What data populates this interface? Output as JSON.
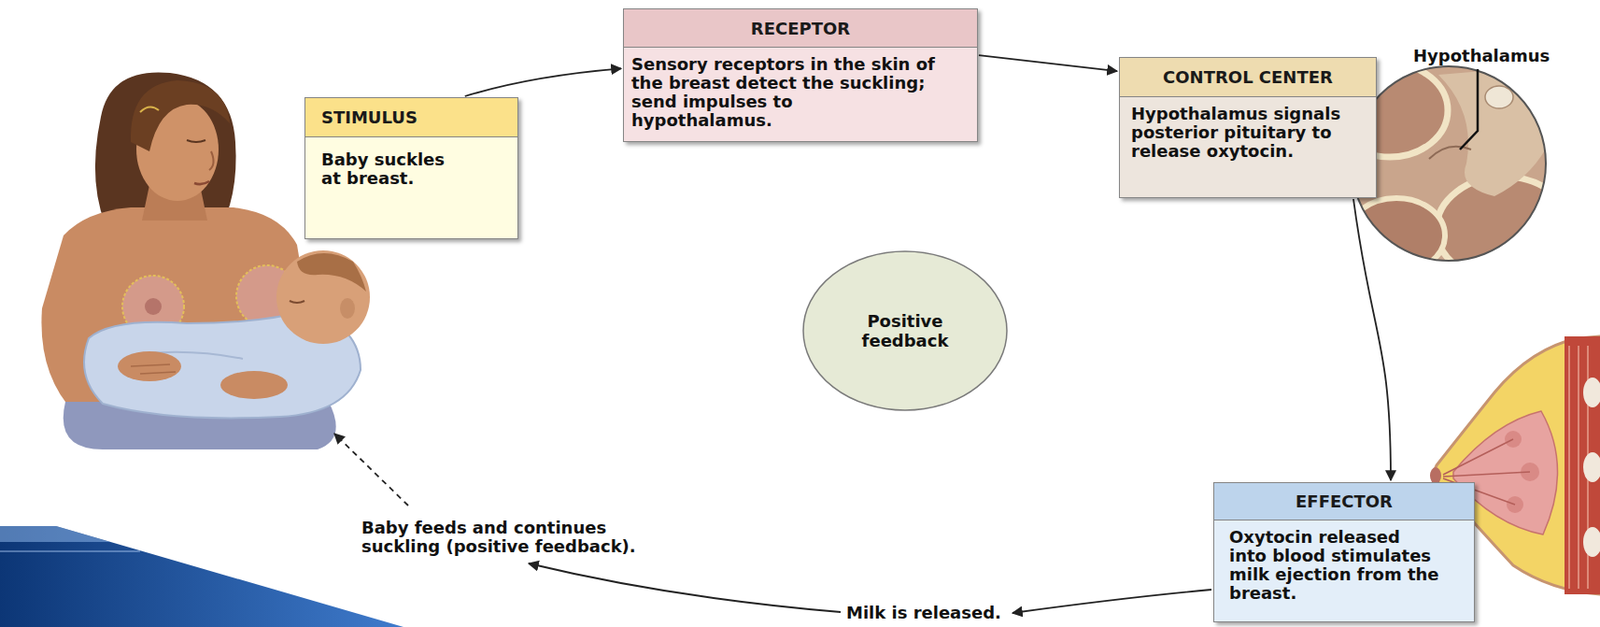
{
  "diagram": {
    "nodes": [
      {
        "text": [
          "STIMULUS",
          "Baby suckles at breast."
        ]
      },
      {
        "text": [
          "RECEPTOR",
          "Sensory receptors in the skin of the breast detect the suckling; send impulses to hypothalamus."
        ]
      },
      {
        "text": [
          "CONTROL CENTER",
          "Hypothalamus signals posterior pituitary to release oxytocin."
        ]
      },
      {
        "text": [
          "Positive feedback"
        ]
      },
      {
        "text": [
          "EFFECTOR",
          "Oxytocin released into blood stimulates milk ejection from the breast."
        ]
      }
    ],
    "edges": [
      {
        "from": 0,
        "to": 1,
        "arrow": "to"
      },
      {
        "from": 1,
        "to": 2,
        "arrow": "to"
      },
      {
        "from": 2,
        "to": 4,
        "arrow": "to"
      }
    ],
    "labels": [
      "Hypothalamus",
      "Milk is released.",
      "Baby feeds and continues suckling (positive feedback)."
    ]
  }
}
